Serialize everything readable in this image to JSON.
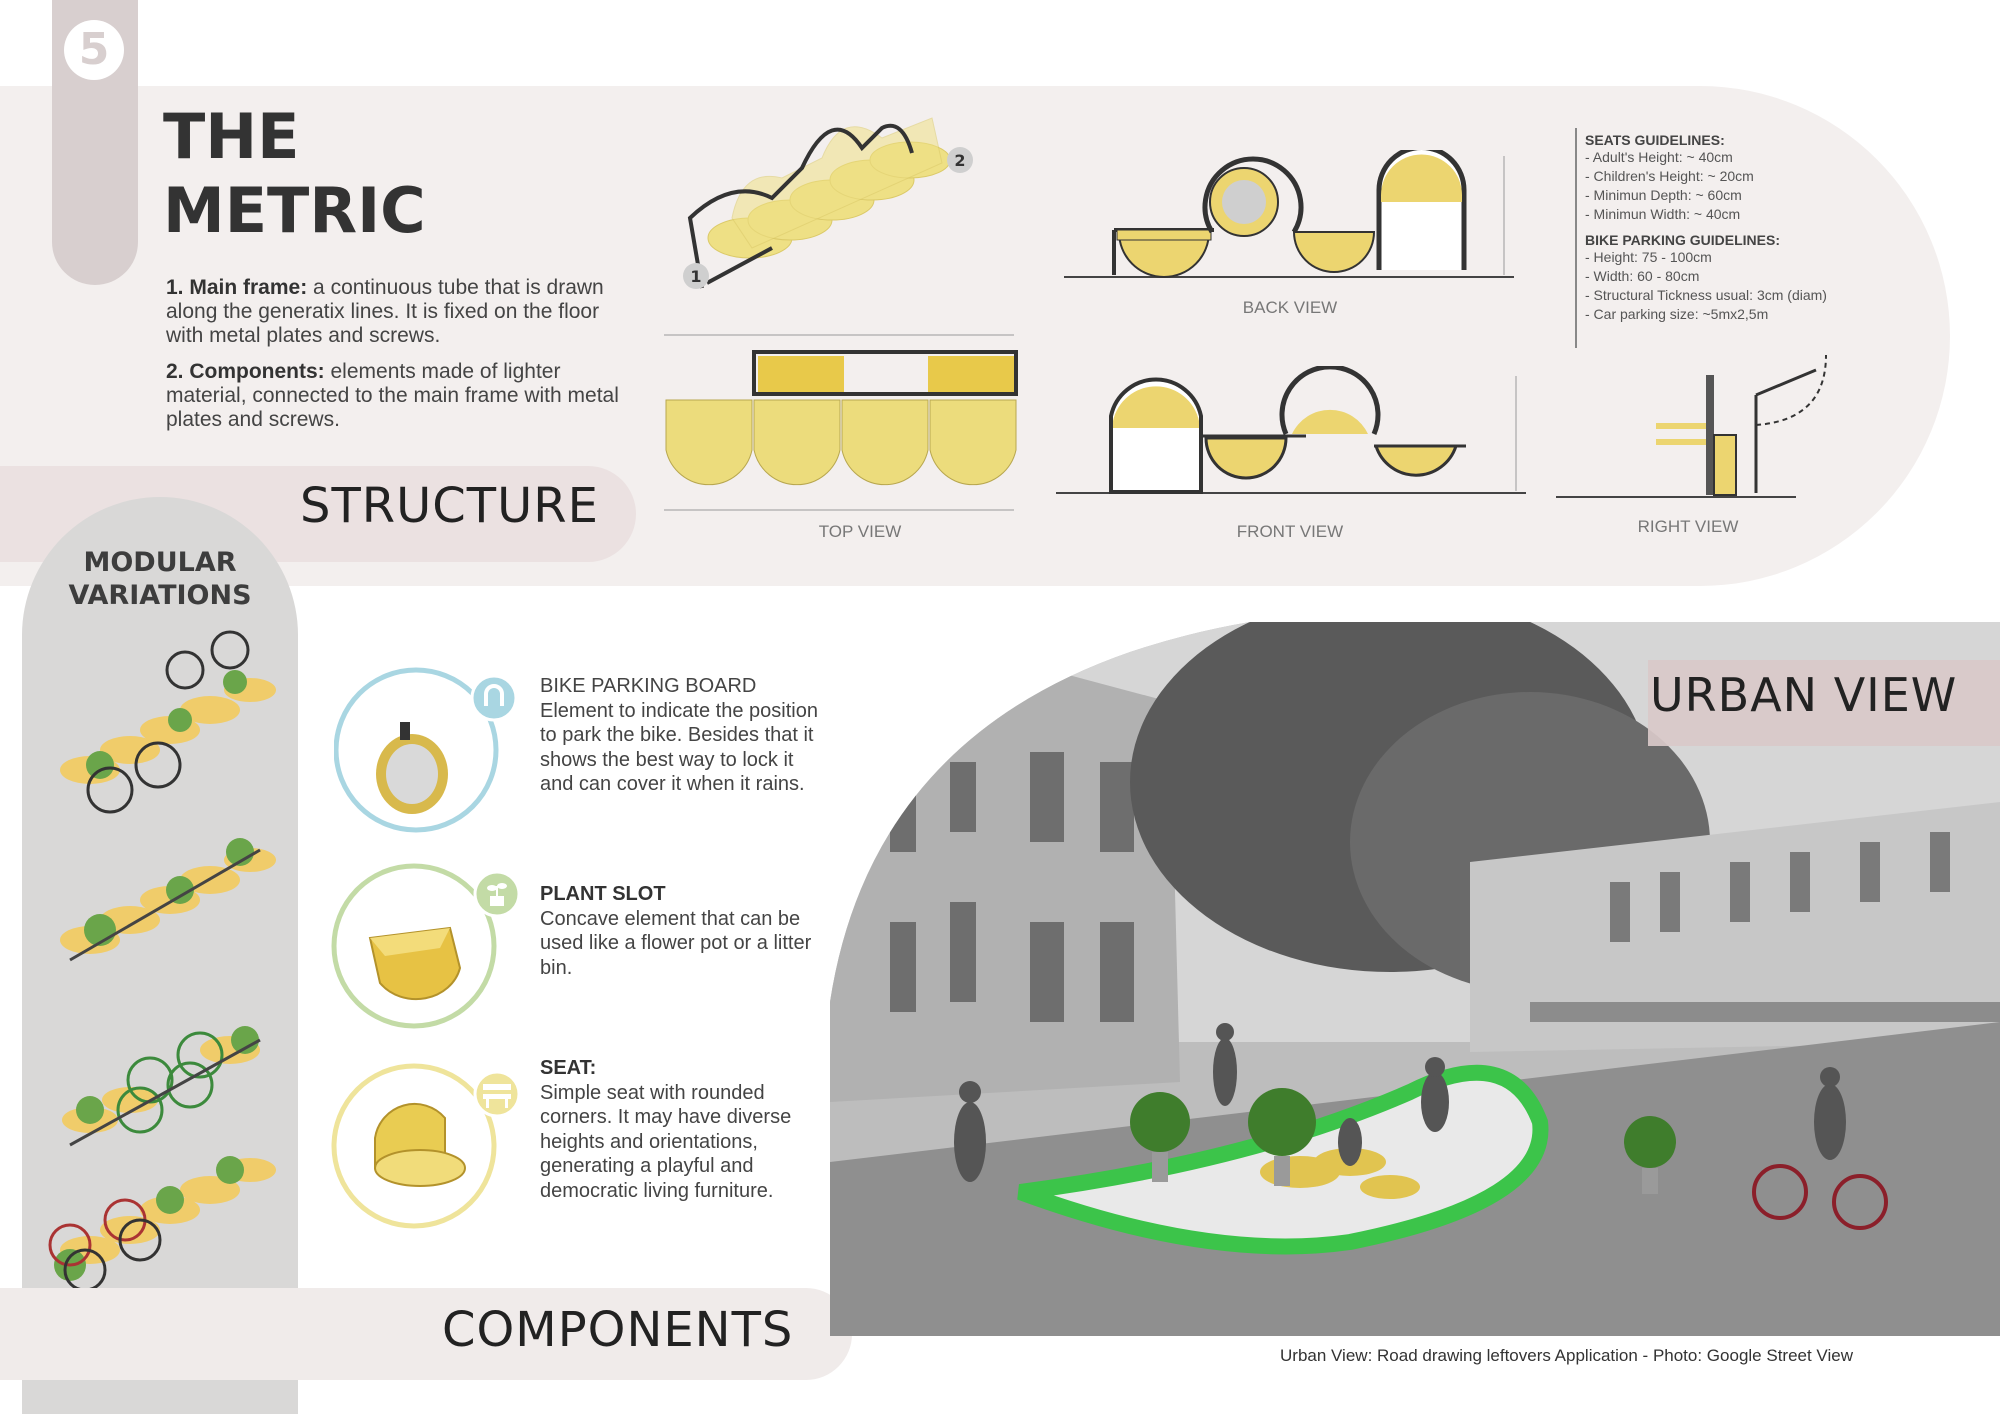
{
  "badge": {
    "number": "5"
  },
  "title": {
    "line1": "THE",
    "line2": "METRIC"
  },
  "intro": {
    "p1_bold": "1. Main frame:",
    "p1_text": " a continuous tube that is drawn along the generatix lines. It is fixed on the floor with metal plates and screws.",
    "p2_bold": "2. Components:",
    "p2_text": " elements made of lighter material, connected to the main frame with metal plates and screws."
  },
  "structure_label": "STRUCTURE",
  "views": {
    "back": "BACK VIEW",
    "top": "TOP VIEW",
    "front": "FRONT VIEW",
    "right": "RIGHT VIEW"
  },
  "iso_markers": [
    "1",
    "2"
  ],
  "guidelines": {
    "seats_title": "SEATS GUIDELINES:",
    "seats": [
      "- Adult's Height: ~ 40cm",
      "- Children's Height: ~ 20cm",
      "- Minimun Depth: ~ 60cm",
      "- Minimun Width: ~ 40cm"
    ],
    "bike_title": "BIKE PARKING GUIDELINES:",
    "bike": [
      "- Height: 75 - 100cm",
      "- Width: 60 - 80cm",
      "- Structural Tickness usual: 3cm (diam)",
      "- Car parking size: ~5mx2,5m"
    ]
  },
  "modular": {
    "title_line1": "MODULAR",
    "title_line2": "VARIATIONS"
  },
  "components": [
    {
      "title": "BIKE PARKING BOARD",
      "title_bold": false,
      "text": "Element to indicate the position to park the bike. Besides that it shows the best way to lock it and can cover it when it rains.",
      "icon": "magnet-icon",
      "color": "#a9d6e2"
    },
    {
      "title": "PLANT SLOT",
      "title_bold": true,
      "text": "Concave element that can be used like a flower pot or a litter bin.",
      "icon": "plant-icon",
      "color": "#c3dba6"
    },
    {
      "title": "SEAT:",
      "title_bold": true,
      "text": "Simple seat with rounded corners. It may have diverse heights and orientations, generating a playful and democratic living furniture.",
      "icon": "bench-icon",
      "color": "#efe49b"
    }
  ],
  "components_label": "COMPONENTS",
  "urban_label": "URBAN VIEW",
  "caption": "Urban View: Road drawing leftovers Application - Photo: Google Street View",
  "colors": {
    "band": "#f3efee",
    "accent": "#d8cfcf",
    "yellow": "#ead870",
    "green": "#3cc44a"
  }
}
